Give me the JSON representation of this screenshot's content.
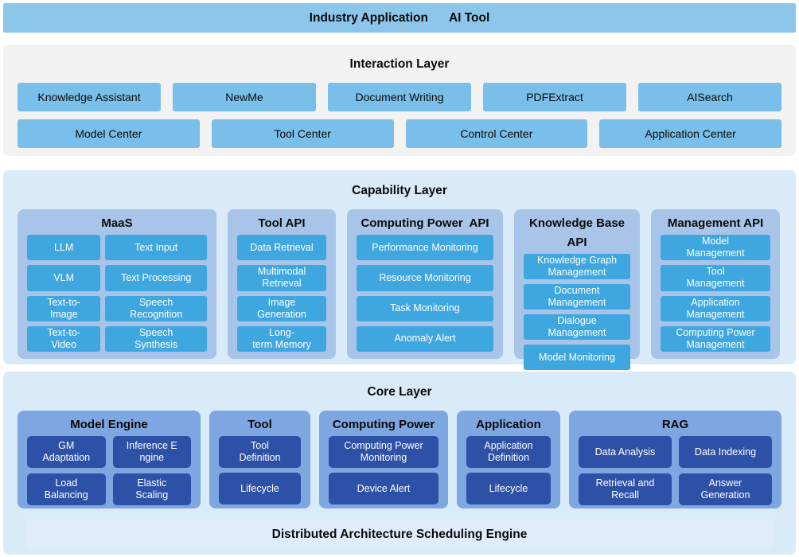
{
  "top_bar": {
    "title_left": "Industry Application",
    "title_right": "AI Tool"
  },
  "interaction_layer": {
    "title": "Interaction Layer",
    "apps": [
      "Knowledge Assistant",
      "NewMe",
      "Document Writing",
      "PDFExtract",
      "AISearch"
    ],
    "centers": [
      "Model Center",
      "Tool Center",
      "Control Center",
      "Application Center"
    ]
  },
  "capability_layer": {
    "title": "Capability Layer",
    "cards": [
      {
        "title": "MaaS",
        "items": [
          "LLM",
          "Text Input",
          "VLM",
          "Text Processing",
          "Text-to-\nImage",
          "Speech\nRecognition",
          "Text-to-\nVideo",
          "Speech\nSynthesis"
        ]
      },
      {
        "title": "Tool API",
        "items": [
          "Data Retrieval",
          "Multimodal\nRetrieval",
          "Image\nGeneration",
          "Long-\nterm Memory"
        ]
      },
      {
        "title": "Computing Power  API",
        "items": [
          "Performance Monitoring",
          "Resource Monitoring",
          "Task Monitoring",
          "Anomaly Alert"
        ]
      },
      {
        "title": "Knowledge Base API",
        "items": [
          "Knowledge Graph\nManagement",
          "Document\nManagement",
          "Dialogue\nManagement",
          "Model Monitoring"
        ]
      },
      {
        "title": "Management API",
        "items": [
          "Model\nManagement",
          "Tool\nManagement",
          "Application\nManagement",
          "Computing Power\nManagement"
        ]
      }
    ]
  },
  "core_layer": {
    "title": "Core Layer",
    "cards": [
      {
        "title": "Model Engine",
        "items": [
          "GM\nAdaptation",
          "Inference E\nngine",
          "Load\nBalancing",
          "Elastic\nScaling"
        ]
      },
      {
        "title": "Tool",
        "items": [
          "Tool\nDefinition",
          "Lifecycle"
        ]
      },
      {
        "title": "Computing Power",
        "items": [
          "Computing Power\nMonitoring",
          "Device Alert"
        ]
      },
      {
        "title": "Application",
        "items": [
          "Application\nDefinition",
          "Lifecycle"
        ]
      },
      {
        "title": "RAG",
        "items": [
          "Data Analysis",
          "Data Indexing",
          "Retrieval and\nRecall",
          "Answer\nGeneration"
        ]
      }
    ],
    "footer": "Distributed Architecture Scheduling Engine"
  },
  "colors": {
    "top_bar": "#8CC6EB",
    "interaction_bg": "#F2F2F2",
    "interaction_button": "#79BFE9",
    "layer_bg": "#D9EAF8",
    "capability_card": "#A9C4E9",
    "capability_button": "#3FA7DF",
    "core_card": "#7EA6E0",
    "core_button": "#2E51A8",
    "scheduler_strip": "#DFECFC",
    "text_dark": "#0A0A0A",
    "text_light": "#FFFFFF"
  }
}
